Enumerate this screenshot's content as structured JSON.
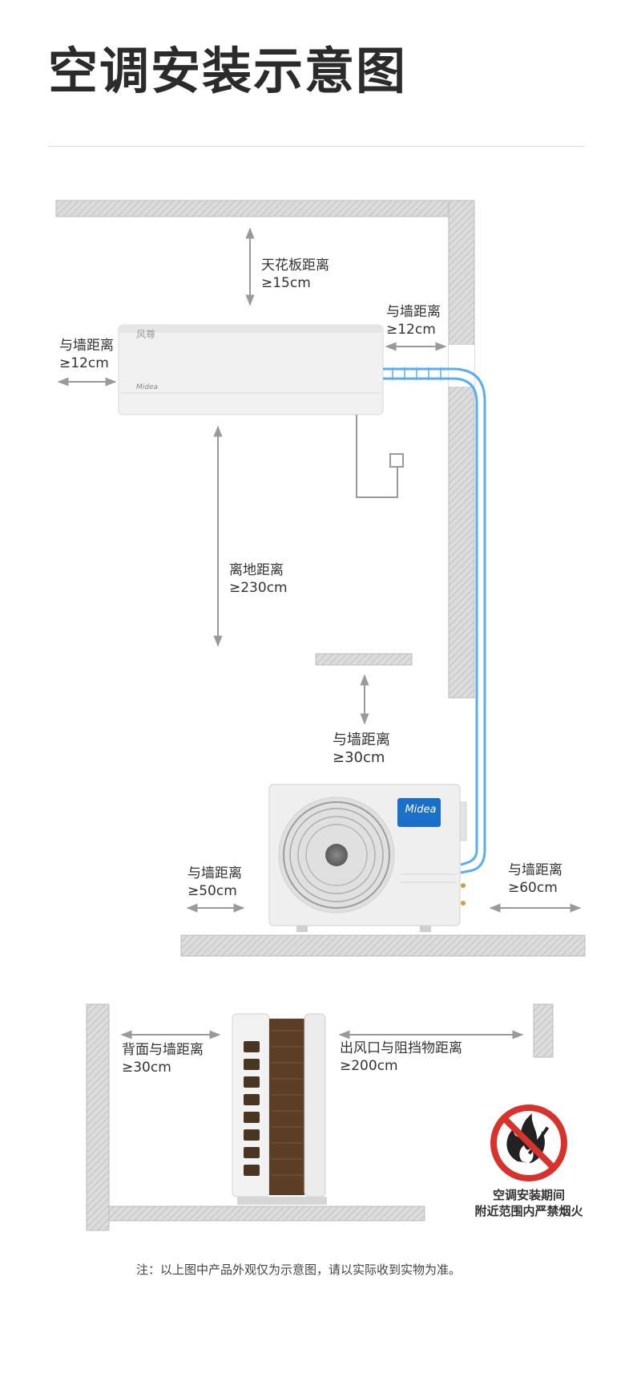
{
  "page": {
    "title": "空调安装示意图",
    "note": "注：以上图中产品外观仅为示意图，请以实际收到实物为准。"
  },
  "indoor_unit": {
    "brand_label": "风尊",
    "logo": "Midea"
  },
  "outdoor_unit": {
    "logo": "Midea"
  },
  "labels": {
    "ceiling": [
      "天花板距离",
      "≥15cm"
    ],
    "indoor_left": [
      "与墙距离",
      "≥12cm"
    ],
    "indoor_right": [
      "与墙距离",
      "≥12cm"
    ],
    "floor": [
      "离地距离",
      "≥230cm"
    ],
    "outdoor_top": [
      "与墙距离",
      "≥30cm"
    ],
    "outdoor_left": [
      "与墙距离",
      "≥50cm"
    ],
    "outdoor_right": [
      "与墙距离",
      "≥60cm"
    ],
    "back_wall": [
      "背面与墙距离",
      "≥30cm"
    ],
    "outlet": [
      "出风口与阻挡物距离",
      "≥200cm"
    ]
  },
  "warning": {
    "icon": "no-fire-icon",
    "lines": [
      "空调安装期间",
      "附近范围内严禁烟火"
    ],
    "color": "#d8322c"
  },
  "colors": {
    "pipe": "#5aaef0",
    "wall": "#d0d0d0",
    "arrow": "#9a9a9a"
  }
}
